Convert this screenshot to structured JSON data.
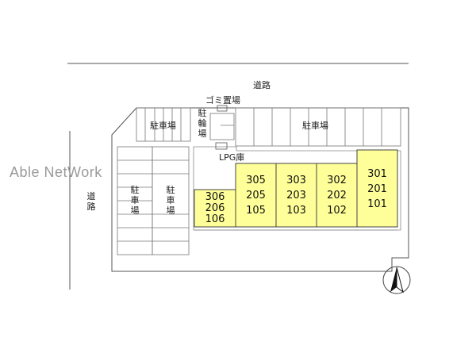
{
  "watermark": "Able NetWork",
  "labels": {
    "road_top": "道路",
    "road_left": [
      "道",
      "路"
    ],
    "garbage": "ゴミ置場",
    "bicycle": [
      "駐",
      "輪",
      "場"
    ],
    "lpg": "LPG庫",
    "parking_top_left": "駐車場",
    "parking_top_right": "駐車場",
    "parking_left_a": [
      "駐",
      "車",
      "場"
    ],
    "parking_left_b": [
      "駐",
      "車",
      "場"
    ]
  },
  "units": [
    {
      "numbers": [
        "306",
        "206",
        "106"
      ]
    },
    {
      "numbers": [
        "305",
        "205",
        "105"
      ]
    },
    {
      "numbers": [
        "303",
        "203",
        "103"
      ]
    },
    {
      "numbers": [
        "302",
        "202",
        "102"
      ]
    },
    {
      "numbers": [
        "301",
        "201",
        "101"
      ]
    }
  ],
  "colors": {
    "building_fill": "#ffff99",
    "line": "#555555",
    "watermark": "#9a9a9a"
  },
  "icons": {
    "north": "north-arrow-icon"
  }
}
